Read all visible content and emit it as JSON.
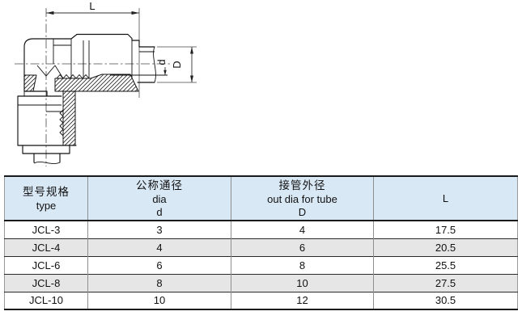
{
  "drawing": {
    "dim_labels": {
      "length": "L",
      "inner_dia": "d",
      "outer_dia": "D"
    }
  },
  "table": {
    "columns": [
      {
        "lines": [
          "型号规格",
          "type"
        ]
      },
      {
        "lines": [
          "公称通径",
          "dia",
          "d"
        ]
      },
      {
        "lines": [
          "接管外径",
          "out dia for tube",
          "D"
        ]
      },
      {
        "lines": [
          "L"
        ]
      }
    ],
    "rows": [
      {
        "type": "JCL-3",
        "d": "3",
        "D": "4",
        "L": "17.5"
      },
      {
        "type": "JCL-4",
        "d": "4",
        "D": "6",
        "L": "20.5"
      },
      {
        "type": "JCL-6",
        "d": "6",
        "D": "8",
        "L": "25.5"
      },
      {
        "type": "JCL-8",
        "d": "8",
        "D": "10",
        "L": "27.5"
      },
      {
        "type": "JCL-10",
        "d": "10",
        "D": "12",
        "L": "30.5"
      }
    ],
    "colors": {
      "header_bg": "#d9e8f5",
      "alt_row_bg": "#e6e6e6",
      "border_dark": "#1a1a1a",
      "border_light": "#8f8f8f"
    }
  }
}
